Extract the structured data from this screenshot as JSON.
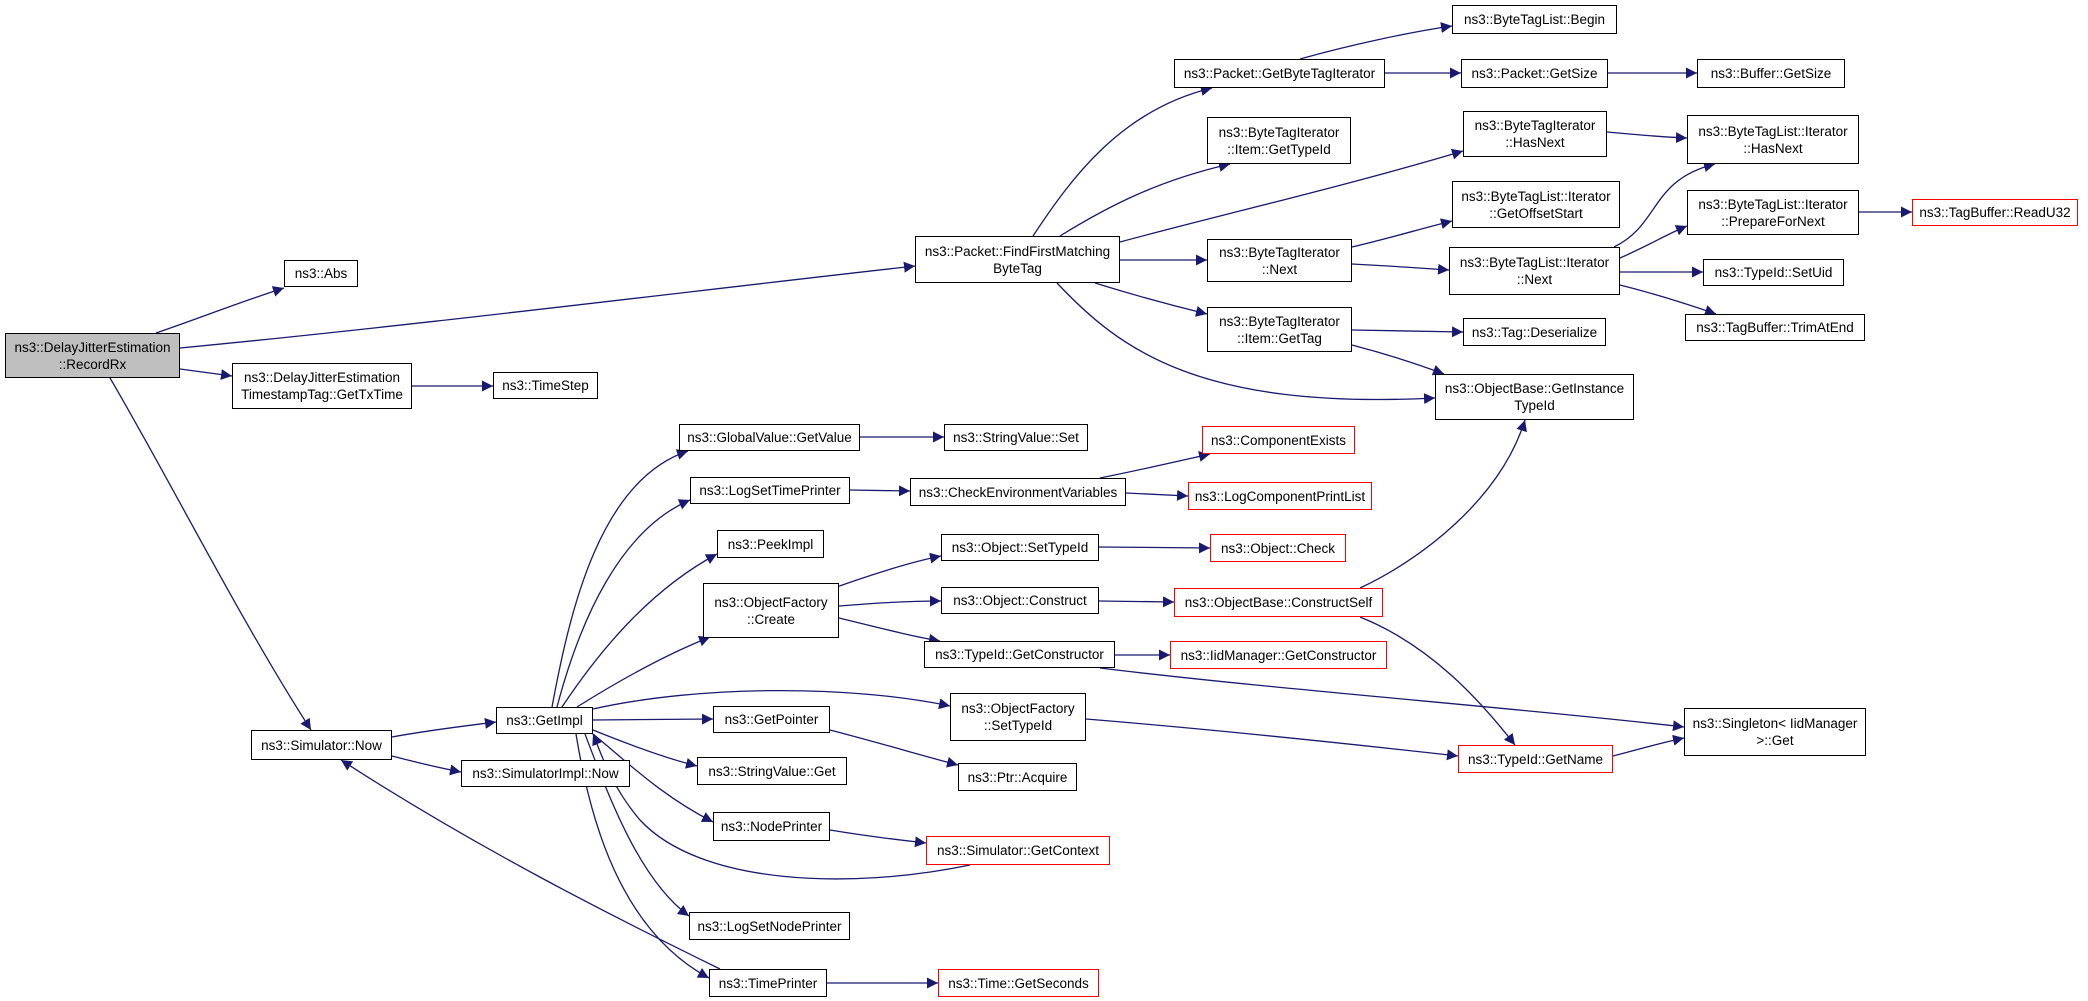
{
  "colors": {
    "edge": "#191970",
    "node_border": "#000000",
    "truncated_border": "#ff0000",
    "root_fill": "#bfbfbf"
  },
  "nodes": [
    {
      "id": "recordrx",
      "name": "node-delayjitter-recordrx",
      "lines": [
        "ns3::DelayJitterEstimation",
        "::RecordRx"
      ],
      "style": "root"
    },
    {
      "id": "abs",
      "name": "node-abs",
      "lines": [
        "ns3::Abs"
      ],
      "style": "normal"
    },
    {
      "id": "gettxtime",
      "name": "node-gettxtime",
      "lines": [
        "ns3::DelayJitterEstimation",
        "TimestampTag::GetTxTime"
      ],
      "style": "normal"
    },
    {
      "id": "timestep",
      "name": "node-timestep",
      "lines": [
        "ns3::TimeStep"
      ],
      "style": "normal"
    },
    {
      "id": "simnow",
      "name": "node-simulator-now",
      "lines": [
        "ns3::Simulator::Now"
      ],
      "style": "normal"
    },
    {
      "id": "getimpl",
      "name": "node-getimpl",
      "lines": [
        "ns3::GetImpl"
      ],
      "style": "normal"
    },
    {
      "id": "simimplnow",
      "name": "node-simulatorimpl-now",
      "lines": [
        "ns3::SimulatorImpl::Now"
      ],
      "style": "normal"
    },
    {
      "id": "globalvalue",
      "name": "node-globalvalue-getvalue",
      "lines": [
        "ns3::GlobalValue::GetValue"
      ],
      "style": "normal"
    },
    {
      "id": "stringvalueset",
      "name": "node-stringvalue-set",
      "lines": [
        "ns3::StringValue::Set"
      ],
      "style": "normal"
    },
    {
      "id": "logsettimeprinter",
      "name": "node-logsettimeprinter",
      "lines": [
        "ns3::LogSetTimePrinter"
      ],
      "style": "normal"
    },
    {
      "id": "checkenv",
      "name": "node-checkenvironmentvariables",
      "lines": [
        "ns3::CheckEnvironmentVariables"
      ],
      "style": "normal"
    },
    {
      "id": "componentexists",
      "name": "node-componentexists",
      "lines": [
        "ns3::ComponentExists"
      ],
      "style": "red"
    },
    {
      "id": "logcomponentprintlist",
      "name": "node-logcomponentprintlist",
      "lines": [
        "ns3::LogComponentPrintList"
      ],
      "style": "red"
    },
    {
      "id": "peekimpl",
      "name": "node-peekimpl",
      "lines": [
        "ns3::PeekImpl"
      ],
      "style": "normal"
    },
    {
      "id": "objfactorycreate",
      "name": "node-objectfactory-create",
      "lines": [
        "ns3::ObjectFactory",
        "::Create"
      ],
      "style": "normal"
    },
    {
      "id": "objsettypeid",
      "name": "node-object-settypeid",
      "lines": [
        "ns3::Object::SetTypeId"
      ],
      "style": "normal"
    },
    {
      "id": "objcheck",
      "name": "node-object-check",
      "lines": [
        "ns3::Object::Check"
      ],
      "style": "red"
    },
    {
      "id": "objconstruct",
      "name": "node-object-construct",
      "lines": [
        "ns3::Object::Construct"
      ],
      "style": "normal"
    },
    {
      "id": "constructself",
      "name": "node-objectbase-constructself",
      "lines": [
        "ns3::ObjectBase::ConstructSelf"
      ],
      "style": "red"
    },
    {
      "id": "typeidgetconstructor",
      "name": "node-typeid-getconstructor",
      "lines": [
        "ns3::TypeId::GetConstructor"
      ],
      "style": "normal"
    },
    {
      "id": "iidmanagergetconstructor",
      "name": "node-iidmanager-getconstructor",
      "lines": [
        "ns3::IidManager::GetConstructor"
      ],
      "style": "red"
    },
    {
      "id": "objfactorysettypeid",
      "name": "node-objectfactory-settypeid",
      "lines": [
        "ns3::ObjectFactory",
        "::SetTypeId"
      ],
      "style": "normal"
    },
    {
      "id": "typeidgetname",
      "name": "node-typeid-getname",
      "lines": [
        "ns3::TypeId::GetName"
      ],
      "style": "red"
    },
    {
      "id": "singletonget",
      "name": "node-singleton-iidmanager-get",
      "lines": [
        "ns3::Singleton< IidManager",
        ">::Get"
      ],
      "style": "normal"
    },
    {
      "id": "getpointer",
      "name": "node-getpointer",
      "lines": [
        "ns3::GetPointer"
      ],
      "style": "normal"
    },
    {
      "id": "ptracquire",
      "name": "node-ptr-acquire",
      "lines": [
        "ns3::Ptr::Acquire"
      ],
      "style": "normal"
    },
    {
      "id": "stringvalueget",
      "name": "node-stringvalue-get",
      "lines": [
        "ns3::StringValue::Get"
      ],
      "style": "normal"
    },
    {
      "id": "nodeprinter",
      "name": "node-nodeprinter",
      "lines": [
        "ns3::NodePrinter"
      ],
      "style": "normal"
    },
    {
      "id": "simgetcontext",
      "name": "node-simulator-getcontext",
      "lines": [
        "ns3::Simulator::GetContext"
      ],
      "style": "red"
    },
    {
      "id": "logsetnodeprinter",
      "name": "node-logsetnodeprinter",
      "lines": [
        "ns3::LogSetNodePrinter"
      ],
      "style": "normal"
    },
    {
      "id": "timeprinter",
      "name": "node-timeprinter",
      "lines": [
        "ns3::TimePrinter"
      ],
      "style": "normal"
    },
    {
      "id": "timegetseconds",
      "name": "node-time-getseconds",
      "lines": [
        "ns3::Time::GetSeconds"
      ],
      "style": "red"
    },
    {
      "id": "findfirst",
      "name": "node-packet-findfirstmatchingbytetag",
      "lines": [
        "ns3::Packet::FindFirstMatching",
        "ByteTag"
      ],
      "style": "normal"
    },
    {
      "id": "getbytetagiterator",
      "name": "node-packet-getbytetagiterator",
      "lines": [
        "ns3::Packet::GetByteTagIterator"
      ],
      "style": "normal"
    },
    {
      "id": "bytetaglistbegin",
      "name": "node-bytetaglist-begin",
      "lines": [
        "ns3::ByteTagList::Begin"
      ],
      "style": "normal"
    },
    {
      "id": "packetgetsize",
      "name": "node-packet-getsize",
      "lines": [
        "ns3::Packet::GetSize"
      ],
      "style": "normal"
    },
    {
      "id": "buffergetsize",
      "name": "node-buffer-getsize",
      "lines": [
        "ns3::Buffer::GetSize"
      ],
      "style": "normal"
    },
    {
      "id": "itemgettypeid",
      "name": "node-bytetagiterator-item-gettypeid",
      "lines": [
        "ns3::ByteTagIterator",
        "::Item::GetTypeId"
      ],
      "style": "normal"
    },
    {
      "id": "bytetagiterhasnext",
      "name": "node-bytetagiterator-hasnext",
      "lines": [
        "ns3::ByteTagIterator",
        "::HasNext"
      ],
      "style": "normal"
    },
    {
      "id": "listiterhasnext",
      "name": "node-bytetaglist-iterator-hasnext",
      "lines": [
        "ns3::ByteTagList::Iterator",
        "::HasNext"
      ],
      "style": "normal"
    },
    {
      "id": "getoffsetstart",
      "name": "node-bytetaglist-iterator-getoffsetstart",
      "lines": [
        "ns3::ByteTagList::Iterator",
        "::GetOffsetStart"
      ],
      "style": "normal"
    },
    {
      "id": "prepareforn",
      "name": "node-bytetaglist-iterator-preparefornext",
      "lines": [
        "ns3::ByteTagList::Iterator",
        "::PrepareForNext"
      ],
      "style": "normal"
    },
    {
      "id": "readu32",
      "name": "node-tagbuffer-readu32",
      "lines": [
        "ns3::TagBuffer::ReadU32"
      ],
      "style": "red"
    },
    {
      "id": "bytetagiternext",
      "name": "node-bytetagiterator-next",
      "lines": [
        "ns3::ByteTagIterator",
        "::Next"
      ],
      "style": "normal"
    },
    {
      "id": "listiternext",
      "name": "node-bytetaglist-iterator-next",
      "lines": [
        "ns3::ByteTagList::Iterator",
        "::Next"
      ],
      "style": "normal"
    },
    {
      "id": "typeidsetuid",
      "name": "node-typeid-setuid",
      "lines": [
        "ns3::TypeId::SetUid"
      ],
      "style": "normal"
    },
    {
      "id": "trimatend",
      "name": "node-tagbuffer-trimatend",
      "lines": [
        "ns3::TagBuffer::TrimAtEnd"
      ],
      "style": "normal"
    },
    {
      "id": "itemgettag",
      "name": "node-bytetagiterator-item-gettag",
      "lines": [
        "ns3::ByteTagIterator",
        "::Item::GetTag"
      ],
      "style": "normal"
    },
    {
      "id": "tagdeserialize",
      "name": "node-tag-deserialize",
      "lines": [
        "ns3::Tag::Deserialize"
      ],
      "style": "normal"
    },
    {
      "id": "getinstancetypeid",
      "name": "node-objectbase-getinstancetypeid",
      "lines": [
        "ns3::ObjectBase::GetInstance",
        "TypeId"
      ],
      "style": "normal"
    }
  ]
}
